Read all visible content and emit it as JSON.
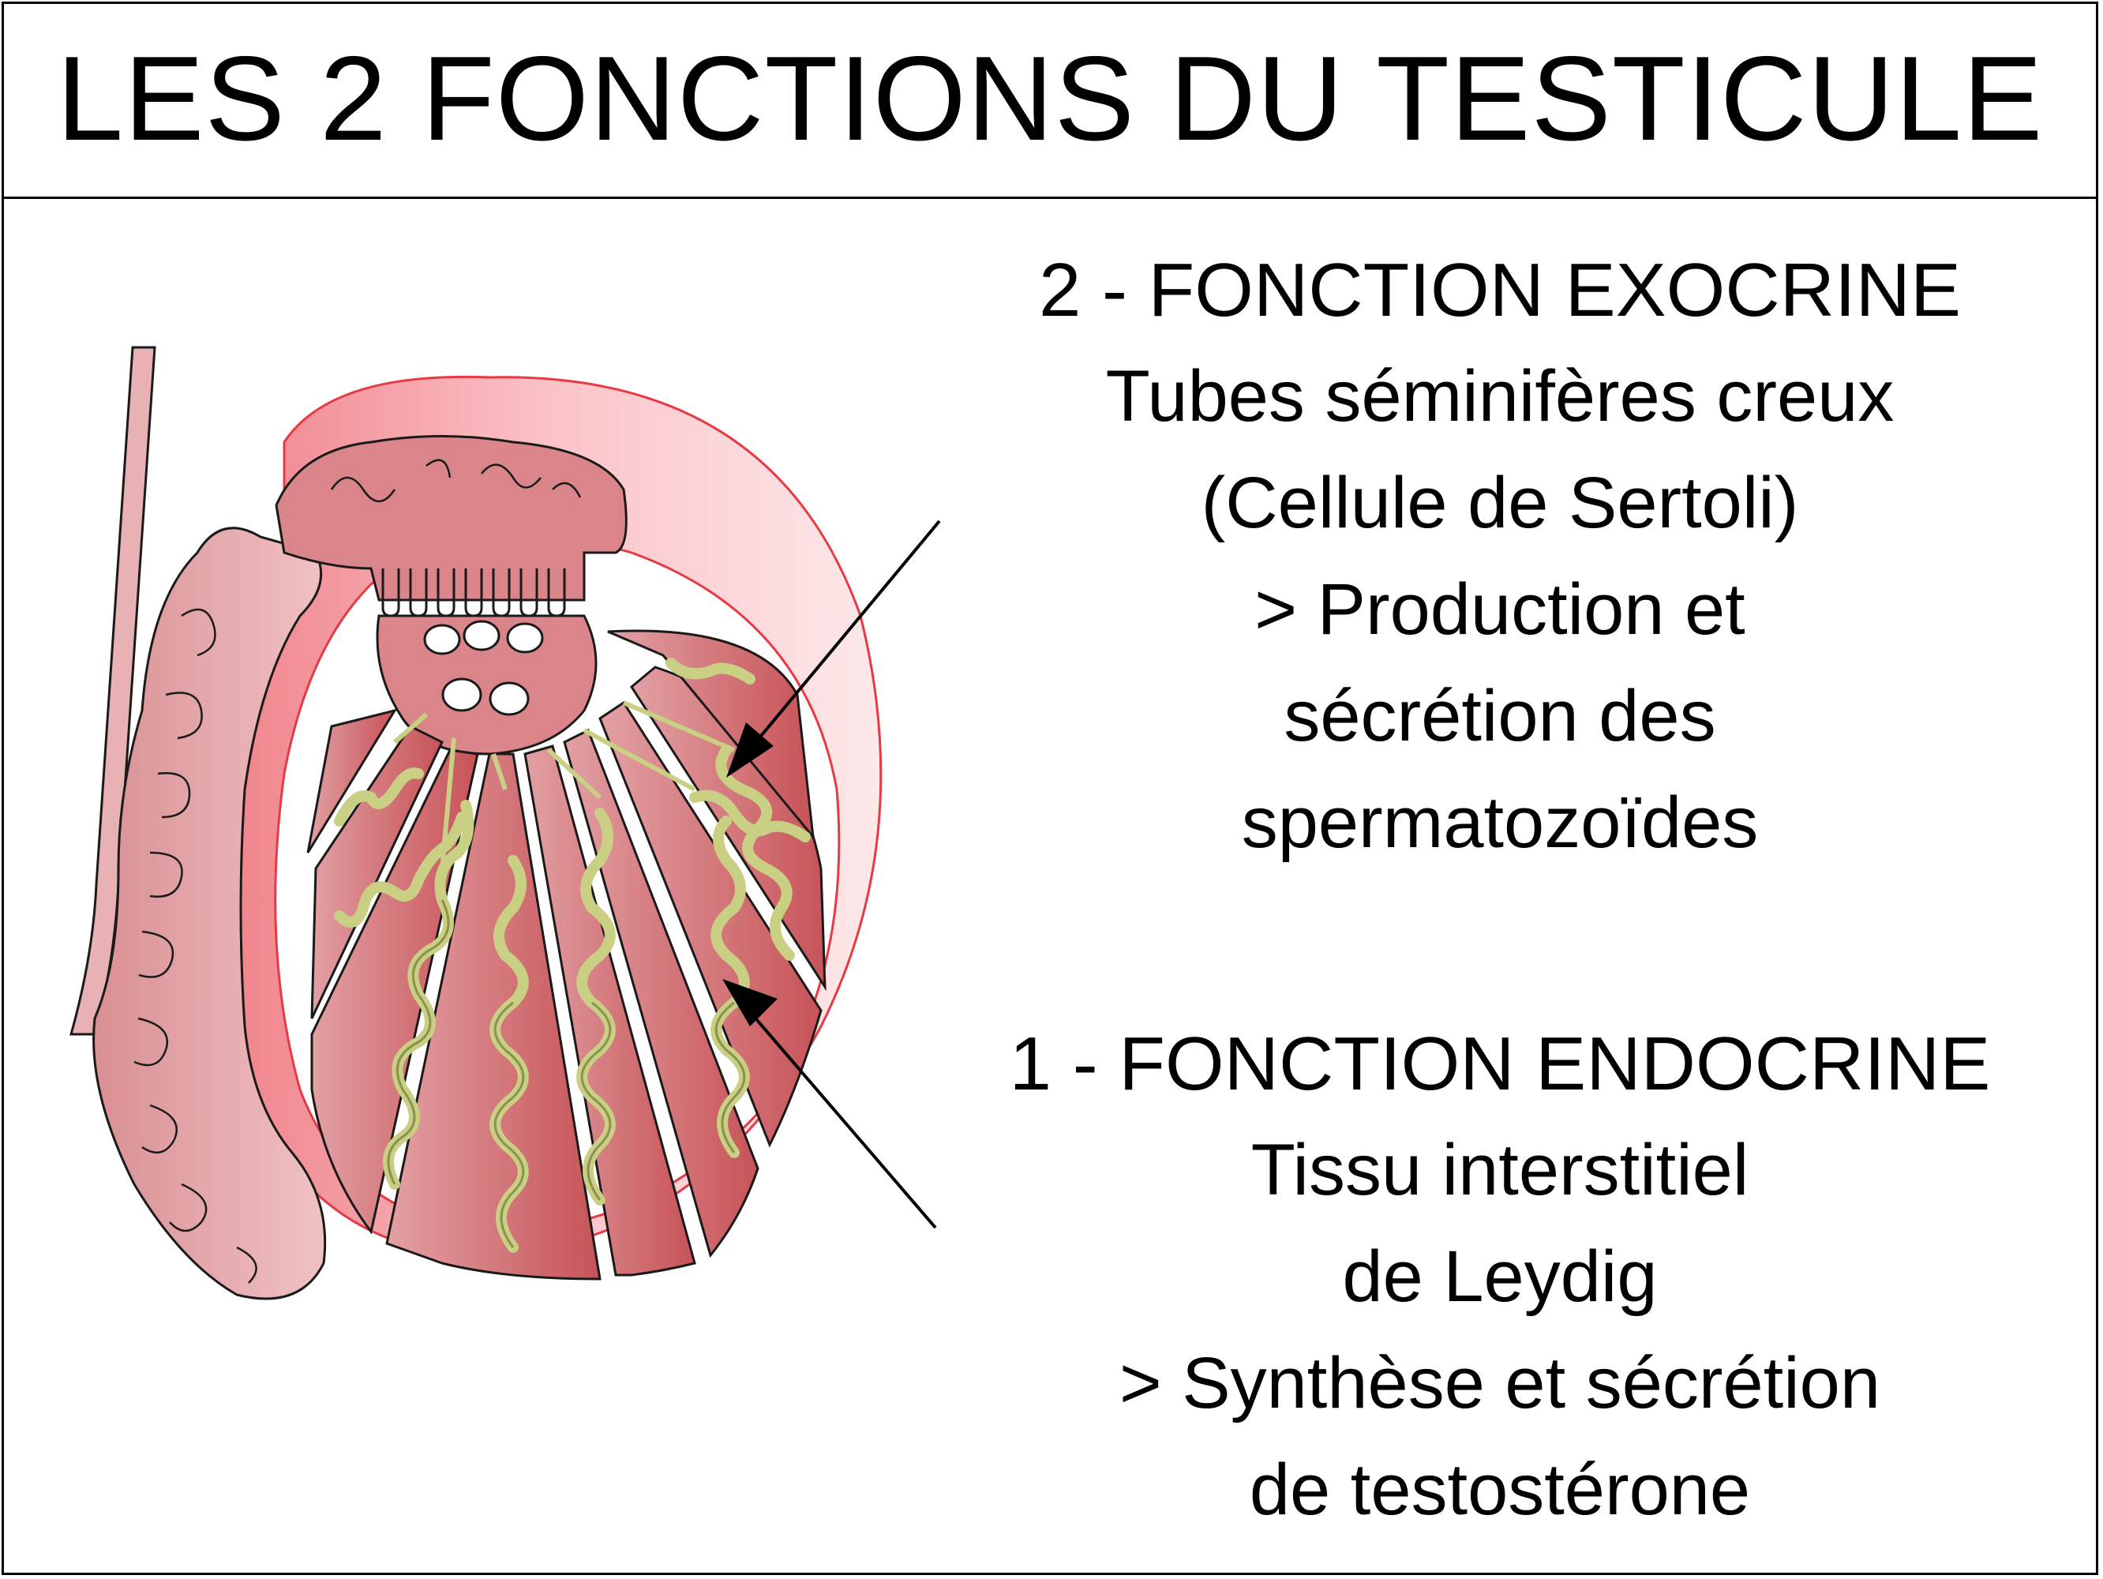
{
  "title": "LES 2 FONCTIONS DU TESTICULE",
  "exocrine": {
    "heading": "2 - FONCTION EXOCRINE",
    "lines": [
      "Tubes séminifères creux",
      "(Cellule de Sertoli)",
      "> Production et",
      "sécrétion des",
      "spermatozoïdes"
    ]
  },
  "endocrine": {
    "heading": "1 - FONCTION ENDOCRINE",
    "lines": [
      "Tissu interstitiel",
      "de Leydig",
      "> Synthèse et sécrétion",
      "de testostérone"
    ]
  },
  "colors": {
    "tunica_outer": "#f9c9cd",
    "tunica_edge": "#e83a44",
    "lobule": "#c9686d",
    "epididymis": "#e2a3a6",
    "tubule": "#d9dea0",
    "outline": "#1a1a1a"
  }
}
